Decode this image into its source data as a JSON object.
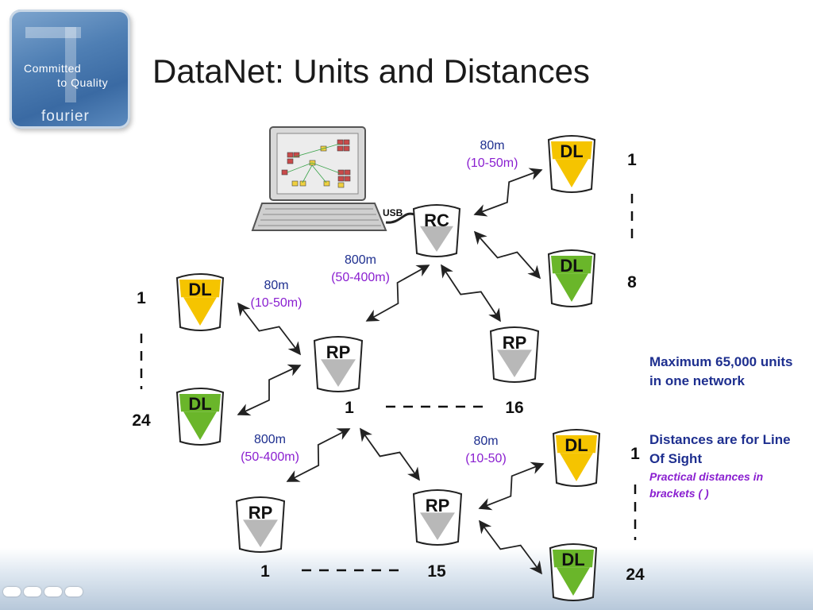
{
  "logo": {
    "line1": "Committed",
    "line2": "to Quality",
    "line3": "fourier"
  },
  "title": "DataNet: Units and Distances",
  "colors": {
    "dl_yellow": "#f5c400",
    "dl_green": "#6ab62a",
    "node_gray": "#b8b8b8",
    "link_blue": "#1e2f8f",
    "link_purple": "#8a1fd0"
  },
  "nodes": [
    {
      "id": "rc",
      "type": "RC",
      "label": "RC"
    },
    {
      "id": "rp1",
      "type": "RP",
      "label": "RP"
    },
    {
      "id": "rp16",
      "type": "RP",
      "label": "RP"
    },
    {
      "id": "rp_l",
      "type": "RP",
      "label": "RP"
    },
    {
      "id": "rp15",
      "type": "RP",
      "label": "RP"
    },
    {
      "id": "dl_tr1",
      "type": "DL",
      "label": "DL",
      "color": "yellow"
    },
    {
      "id": "dl_tr8",
      "type": "DL",
      "label": "DL",
      "color": "green"
    },
    {
      "id": "dl_l1",
      "type": "DL",
      "label": "DL",
      "color": "yellow"
    },
    {
      "id": "dl_l24",
      "type": "DL",
      "label": "DL",
      "color": "green"
    },
    {
      "id": "dl_br1",
      "type": "DL",
      "label": "DL",
      "color": "yellow"
    },
    {
      "id": "dl_br24",
      "type": "DL",
      "label": "DL",
      "color": "green"
    }
  ],
  "usb_label": "USB",
  "distance_labels": [
    {
      "id": "rc_dl",
      "dist": "80m",
      "range": "(10-50m)"
    },
    {
      "id": "rc_rp",
      "dist": "800m",
      "range": "(50-400m)"
    },
    {
      "id": "rp_dl_l",
      "dist": "80m",
      "range": "(10-50m)"
    },
    {
      "id": "rp_rp",
      "dist": "800m",
      "range": "(50-400m)"
    },
    {
      "id": "rp_dl_r",
      "dist": "80m",
      "range": "(10-50)"
    }
  ],
  "counts": [
    {
      "id": "tr_top",
      "text": "1"
    },
    {
      "id": "tr_bot",
      "text": "8"
    },
    {
      "id": "l_top",
      "text": "1"
    },
    {
      "id": "l_bot",
      "text": "24"
    },
    {
      "id": "rp_a",
      "text": "1"
    },
    {
      "id": "rp_b",
      "text": "16"
    },
    {
      "id": "br_top",
      "text": "1"
    },
    {
      "id": "br_bot",
      "text": "24"
    },
    {
      "id": "rpb_a",
      "text": "1"
    },
    {
      "id": "rpb_b",
      "text": "15"
    }
  ],
  "notes": {
    "max_units": "Maximum 65,000 units in one network",
    "distances": "Distances are for Line Of Sight",
    "practical": "Practical distances in brackets ( )"
  }
}
